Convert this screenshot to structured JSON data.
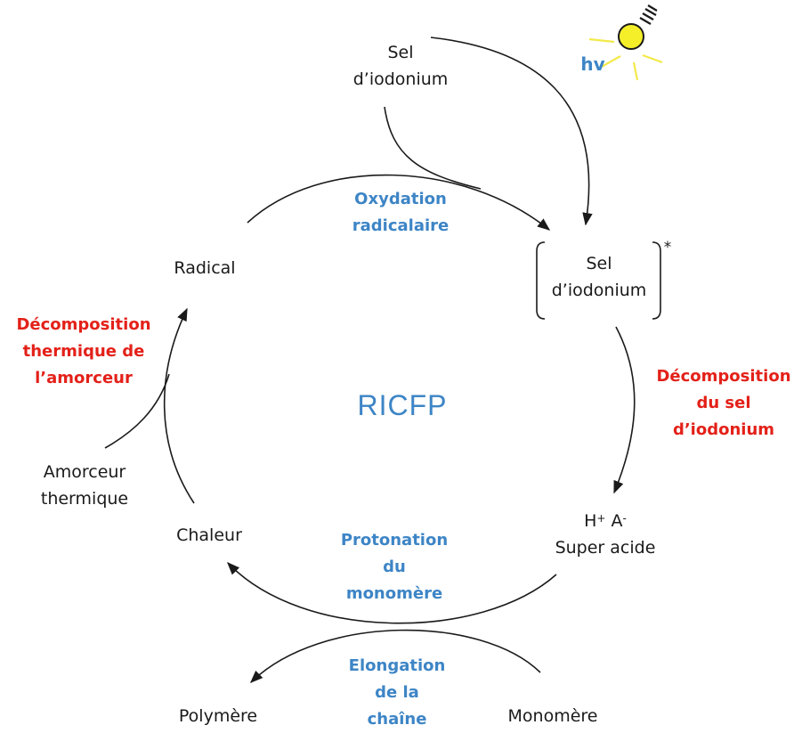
{
  "colors": {
    "accent_blue": "#3d85c6",
    "accent_red": "#e32119",
    "text": "#1a1a1a",
    "bulb_yellow": "#f5ef2a",
    "ray_yellow": "#f3e94a"
  },
  "center_title": "RICFP",
  "nodes": {
    "sel_top": [
      "Sel",
      "d’iodonium"
    ],
    "sel_excited": [
      "Sel",
      "d’iodonium"
    ],
    "excited_star": "*",
    "radical": "Radical",
    "amorceur": [
      "Amorceur",
      "thermique"
    ],
    "chaleur": "Chaleur",
    "super_acide_h": "H",
    "super_acide_h_sup": "+",
    "super_acide_a": "A",
    "super_acide_a_sup": "-",
    "super_acide_label": "Super acide",
    "polymere": "Polymère",
    "monomere": "Monomère"
  },
  "light": {
    "label": "hv",
    "icon": "light-bulb-icon"
  },
  "steps": {
    "oxydation": [
      "Oxydation",
      "radicalaire"
    ],
    "protonation": [
      "Protonation",
      "du",
      "monomère"
    ],
    "elongation": [
      "Elongation",
      "de la",
      "chaîne"
    ],
    "decomp_thermique": [
      "Décomposition",
      "thermique de",
      "l’amorceur"
    ],
    "decomp_sel": [
      "Décomposition",
      "du sel",
      "d’iodonium"
    ]
  }
}
